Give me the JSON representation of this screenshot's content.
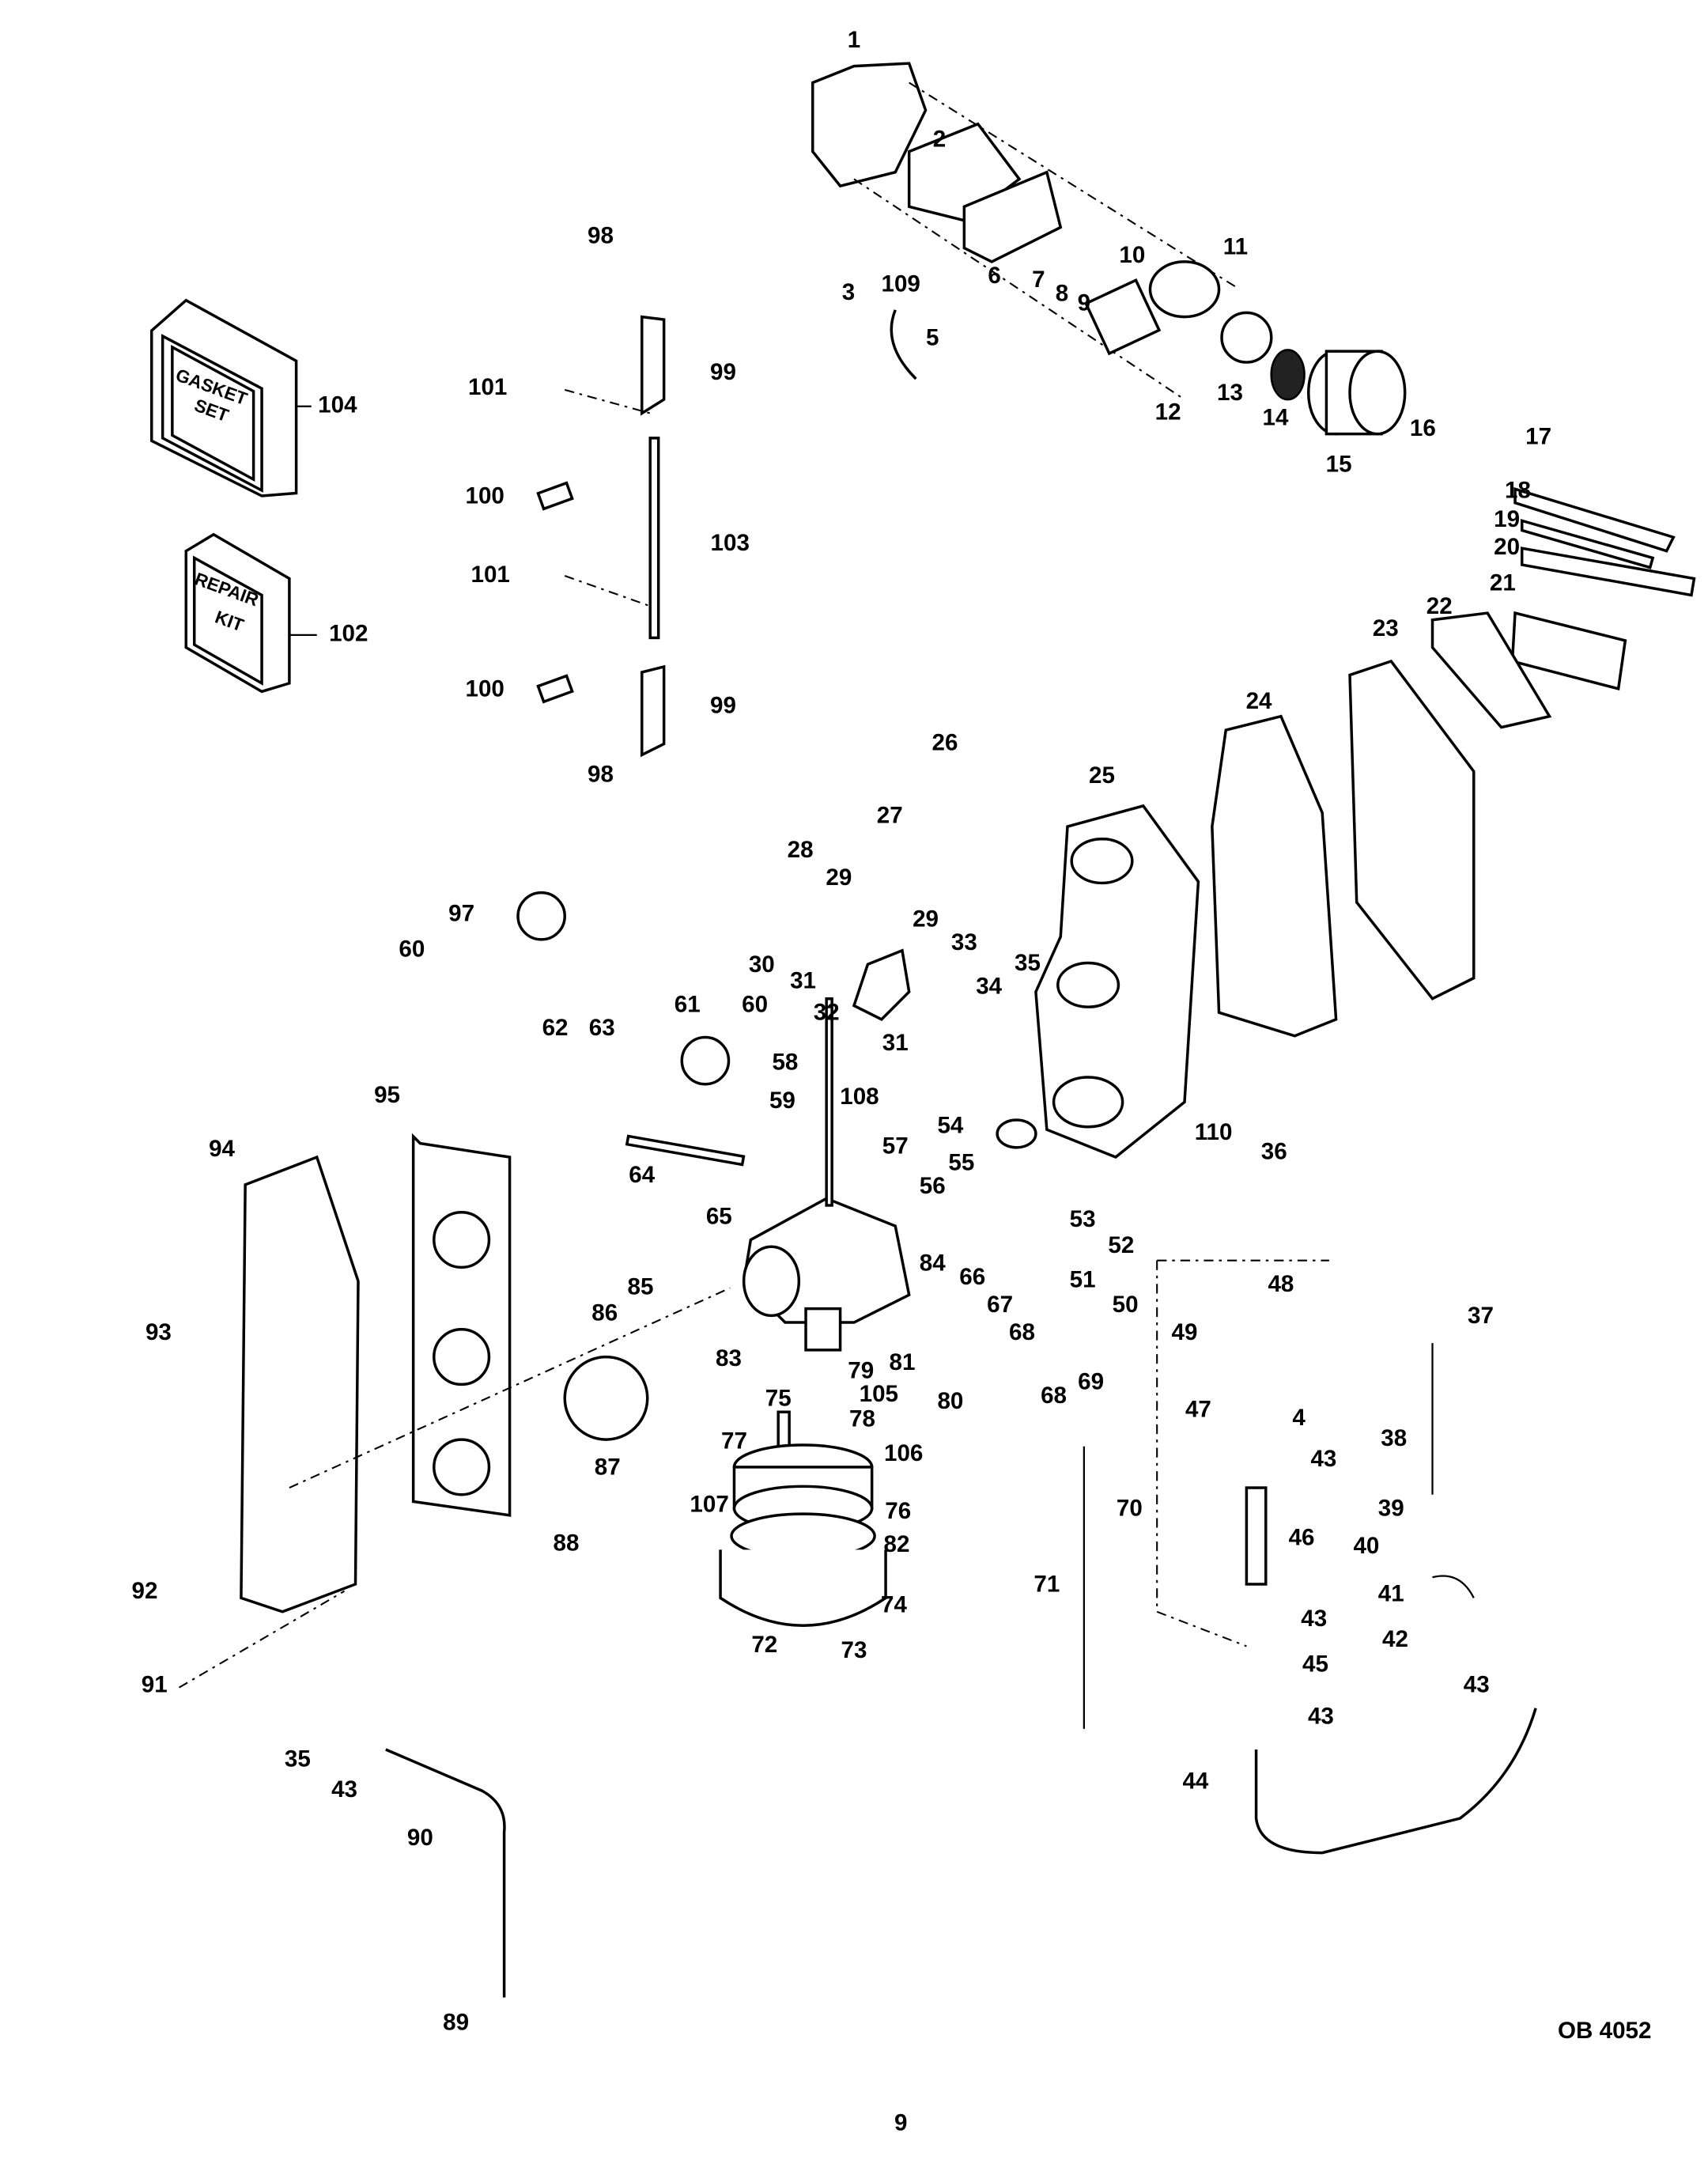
{
  "diagram": {
    "callouts": [
      "1",
      "2",
      "3",
      "109",
      "6",
      "7",
      "8",
      "9",
      "10",
      "11",
      "5",
      "12",
      "13",
      "14",
      "15",
      "16",
      "17",
      "18",
      "19",
      "20",
      "21",
      "22",
      "23",
      "24",
      "25",
      "26",
      "27",
      "28",
      "29",
      "29",
      "33",
      "30",
      "31",
      "35",
      "34",
      "32",
      "31",
      "61",
      "60",
      "58",
      "62",
      "63",
      "97",
      "60",
      "59",
      "108",
      "57",
      "110",
      "36",
      "54",
      "55",
      "56",
      "95",
      "94",
      "64",
      "65",
      "53",
      "52",
      "51",
      "50",
      "48",
      "49",
      "84",
      "66",
      "67",
      "68",
      "68",
      "69",
      "85",
      "86",
      "93",
      "83",
      "79",
      "81",
      "80",
      "105",
      "75",
      "78",
      "77",
      "106",
      "76",
      "70",
      "87",
      "88",
      "107",
      "82",
      "74",
      "72",
      "73",
      "71",
      "47",
      "4",
      "43",
      "37",
      "38",
      "39",
      "40",
      "46",
      "41",
      "42",
      "43",
      "45",
      "43",
      "43",
      "44",
      "92",
      "91",
      "35",
      "43",
      "90",
      "89",
      "98",
      "99",
      "101",
      "100",
      "103",
      "101",
      "100",
      "99",
      "98",
      "104",
      "102"
    ],
    "gasket_set_box": {
      "line1": "GASKET",
      "line2": "SET"
    },
    "repair_kit_box": {
      "line1": "REPAIR",
      "line2": "KIT"
    },
    "drawing_code": "OB 4052",
    "page_number": "9"
  }
}
